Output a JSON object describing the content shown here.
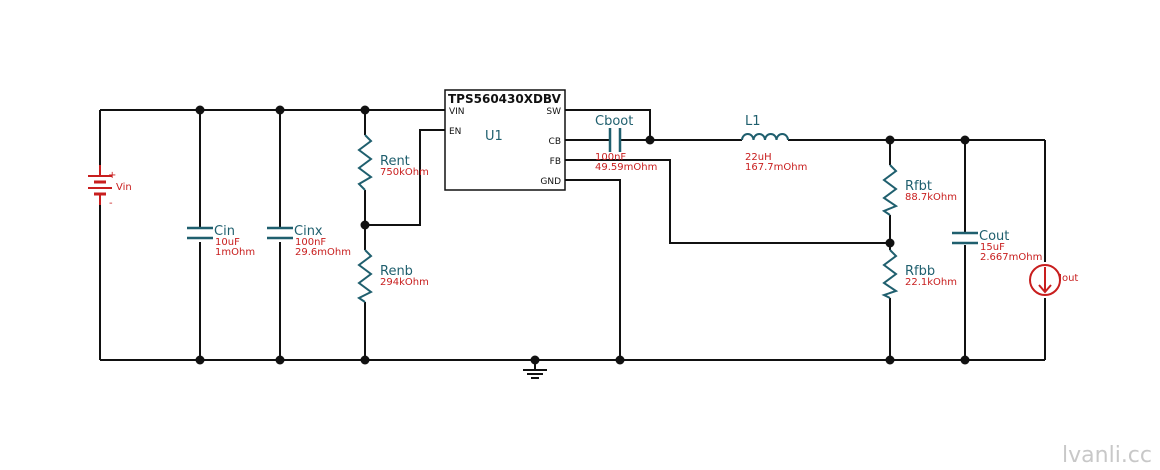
{
  "ic": {
    "part": "TPS560430XDBV",
    "ref": "U1",
    "pins": {
      "vin": "VIN",
      "en": "EN",
      "sw": "SW",
      "cb": "CB",
      "fb": "FB",
      "gnd": "GND"
    }
  },
  "vin": {
    "name": "Vin",
    "plus": "+",
    "minus": "-"
  },
  "cin": {
    "name": "Cin",
    "value": "10uF",
    "esr": "1mOhm"
  },
  "cinx": {
    "name": "Cinx",
    "value": "100nF",
    "esr": "29.6mOhm"
  },
  "rent": {
    "name": "Rent",
    "value": "750kOhm"
  },
  "renb": {
    "name": "Renb",
    "value": "294kOhm"
  },
  "cboot": {
    "name": "Cboot",
    "value": "100nF",
    "esr": "49.59mOhm"
  },
  "l1": {
    "name": "L1",
    "value": "22uH",
    "dcr": "167.7mOhm"
  },
  "rfbt": {
    "name": "Rfbt",
    "value": "88.7kOhm"
  },
  "rfbb": {
    "name": "Rfbb",
    "value": "22.1kOhm"
  },
  "cout": {
    "name": "Cout",
    "value": "15uF",
    "esr": "2.667mOhm"
  },
  "iout": {
    "name": "Iout"
  },
  "watermark": "lvanli.cc",
  "colors": {
    "wire": "#111111",
    "label": "#1f5f6e",
    "value": "#c81e1e",
    "source": "#c81e1e",
    "component": "#1f5f6e"
  }
}
